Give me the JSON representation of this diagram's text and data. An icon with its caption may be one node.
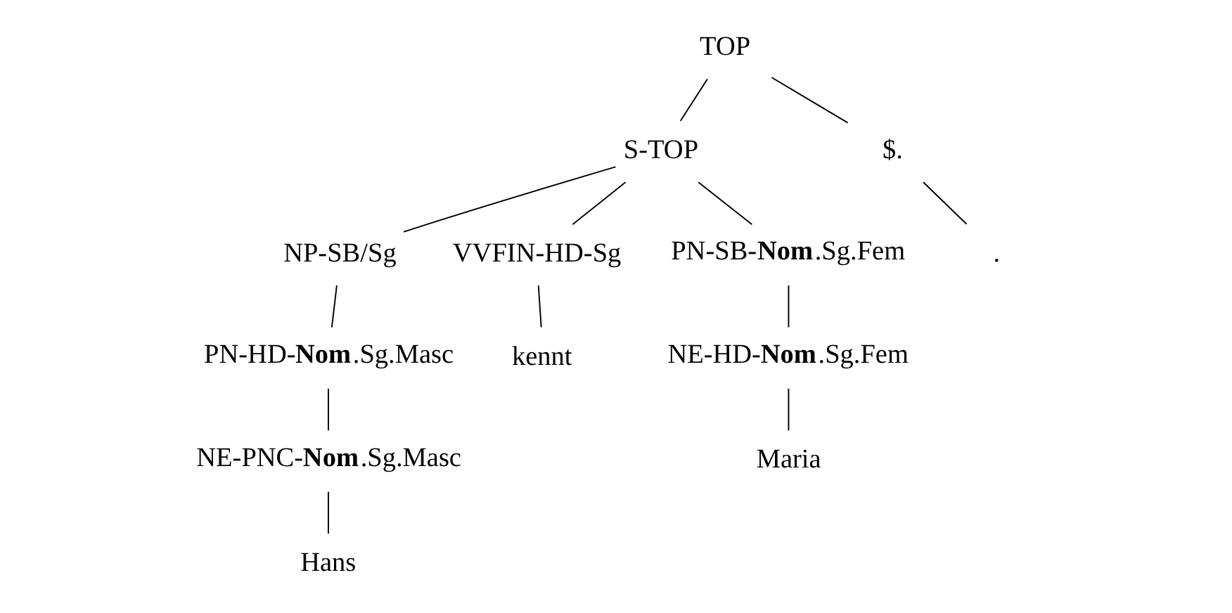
{
  "diagram": {
    "nodes": [
      {
        "text": [
          "TOP"
        ]
      },
      {
        "text": [
          "S-TOP"
        ]
      },
      {
        "text": [
          "$."
        ]
      },
      {
        "text": [
          "NP-SB/Sg"
        ]
      },
      {
        "text": [
          "VVFIN-HD-Sg"
        ]
      },
      {
        "text": [
          "PN-SB-**Nom**.Sg.Fem"
        ]
      },
      {
        "text": [
          "."
        ]
      },
      {
        "text": [
          "PN-HD-**Nom**.Sg.Masc"
        ]
      },
      {
        "text": [
          "kennt"
        ]
      },
      {
        "text": [
          "NE-HD-**Nom**.Sg.Fem"
        ]
      },
      {
        "text": [
          "NE-PNC-**Nom**.Sg.Masc"
        ]
      },
      {
        "text": [
          "Maria"
        ]
      },
      {
        "text": [
          "Hans"
        ]
      }
    ],
    "edges": [
      {
        "from": 0,
        "to": 1,
        "arrow": "none"
      },
      {
        "from": 0,
        "to": 2,
        "arrow": "none"
      },
      {
        "from": 1,
        "to": 3,
        "arrow": "none"
      },
      {
        "from": 1,
        "to": 4,
        "arrow": "none"
      },
      {
        "from": 1,
        "to": 5,
        "arrow": "none"
      },
      {
        "from": 2,
        "to": 6,
        "arrow": "none"
      },
      {
        "from": 3,
        "to": 7,
        "arrow": "none"
      },
      {
        "from": 4,
        "to": 8,
        "arrow": "none"
      },
      {
        "from": 5,
        "to": 9,
        "arrow": "none"
      },
      {
        "from": 7,
        "to": 10,
        "arrow": "none"
      },
      {
        "from": 9,
        "to": 11,
        "arrow": "none"
      },
      {
        "from": 10,
        "to": 12,
        "arrow": "none"
      }
    ]
  }
}
